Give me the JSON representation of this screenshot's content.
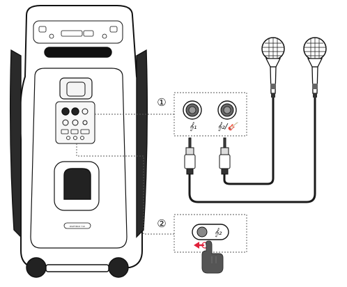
{
  "steps": [
    {
      "number": "①"
    },
    {
      "number": "②"
    }
  ],
  "jacks": [
    {
      "label": "𝄞₁"
    },
    {
      "label": "𝄞₂/🎸"
    }
  ],
  "button_label": "𝄞₂",
  "speaker_panel_text": "PARTYBOX 710",
  "colors": {
    "outline": "#111111",
    "cable": "#1a1a1a",
    "dashed": "#555555",
    "press_arrow": "#e0203a",
    "finger": "#555555"
  },
  "icons": [
    "microphone-icon",
    "guitar-icon",
    "finger-press-icon",
    "press-arrow-icon"
  ]
}
